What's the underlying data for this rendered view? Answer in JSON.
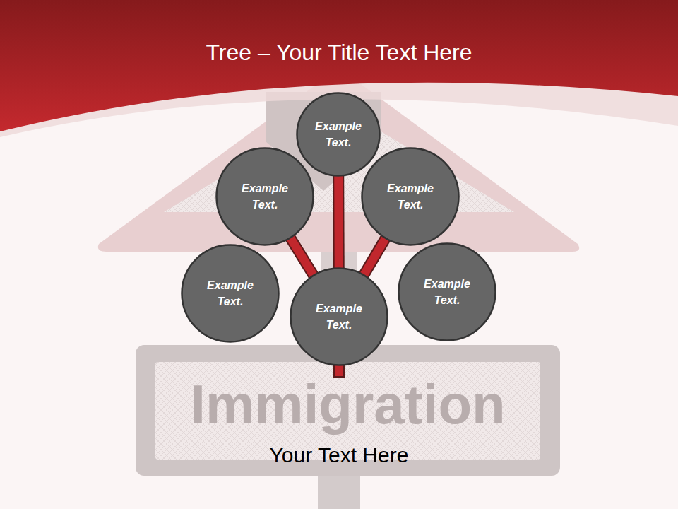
{
  "diagram": {
    "title": "Tree – Your Title Text Here",
    "caption": "Your Text Here",
    "nodes": [
      {
        "text": [
          "Example Text."
        ]
      },
      {
        "text": [
          "Example Text."
        ]
      },
      {
        "text": [
          "Example Text."
        ]
      },
      {
        "text": [
          "Example Text."
        ]
      },
      {
        "text": [
          "Example Text."
        ]
      },
      {
        "text": [
          "Example Text."
        ]
      }
    ],
    "edges": [
      {
        "from": 4,
        "to": 0,
        "arrow": "none"
      },
      {
        "from": 4,
        "to": 1,
        "arrow": "none"
      },
      {
        "from": 4,
        "to": 2,
        "arrow": "none"
      }
    ],
    "labels": [
      "Immigration"
    ]
  }
}
